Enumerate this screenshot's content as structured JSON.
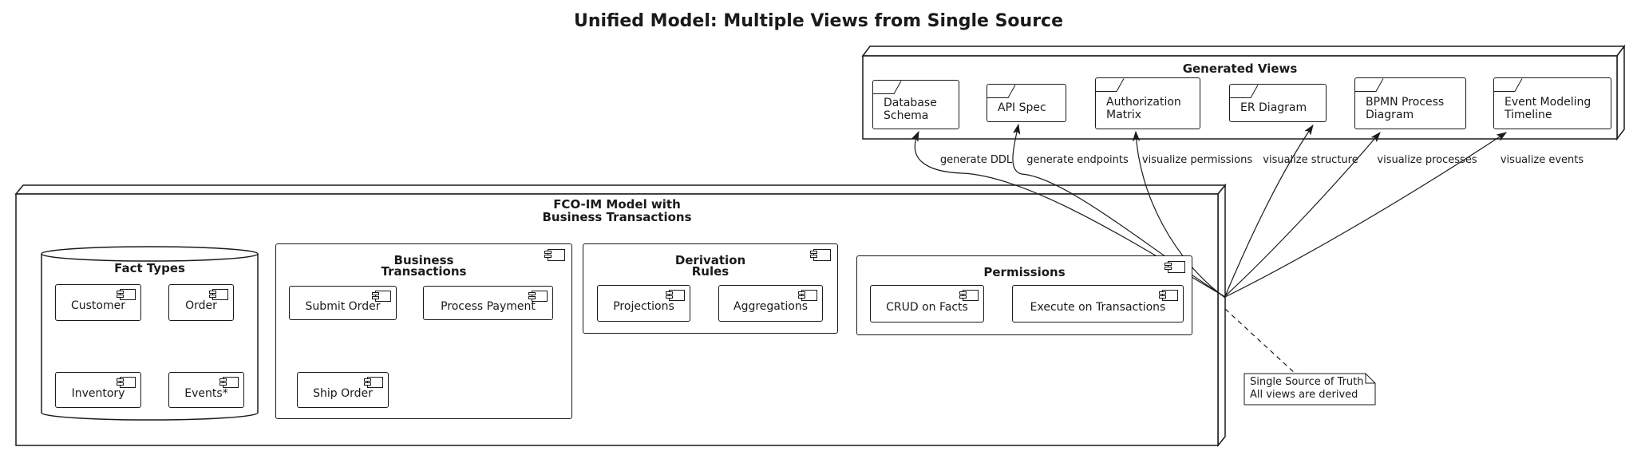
{
  "title": "Unified Model: Multiple Views from Single Source",
  "generated_views": {
    "label": "Generated Views",
    "items": [
      {
        "label": "Database Schema"
      },
      {
        "label": "API Spec"
      },
      {
        "label": "Authorization Matrix"
      },
      {
        "label": "ER Diagram"
      },
      {
        "label": "BPMN Process Diagram"
      },
      {
        "label": "Event Modeling Timeline"
      }
    ]
  },
  "model_node": {
    "label": "FCO-IM Model with\nBusiness Transactions",
    "fact_types": {
      "label": "Fact Types",
      "items": [
        {
          "label": "Customer"
        },
        {
          "label": "Order"
        },
        {
          "label": "Inventory"
        },
        {
          "label": "Events*"
        }
      ]
    },
    "business_transactions": {
      "label": "Business\nTransactions",
      "items": [
        {
          "label": "Submit Order"
        },
        {
          "label": "Process Payment"
        },
        {
          "label": "Ship Order"
        }
      ]
    },
    "derivation_rules": {
      "label": "Derivation\nRules",
      "items": [
        {
          "label": "Projections"
        },
        {
          "label": "Aggregations"
        }
      ]
    },
    "permissions": {
      "label": "Permissions",
      "items": [
        {
          "label": "CRUD on Facts"
        },
        {
          "label": "Execute on Transactions"
        }
      ]
    }
  },
  "edges": [
    {
      "label": "generate DDL",
      "to": "Database Schema"
    },
    {
      "label": "generate endpoints",
      "to": "API Spec"
    },
    {
      "label": "visualize permissions",
      "to": "Authorization Matrix"
    },
    {
      "label": "visualize structure",
      "to": "ER Diagram"
    },
    {
      "label": "visualize processes",
      "to": "BPMN Process Diagram"
    },
    {
      "label": "visualize events",
      "to": "Event Modeling Timeline"
    }
  ],
  "note": {
    "text": "Single Source of Truth\nAll views are derived"
  },
  "colors": {
    "line": "#1a1a1a",
    "background": "#ffffff"
  }
}
